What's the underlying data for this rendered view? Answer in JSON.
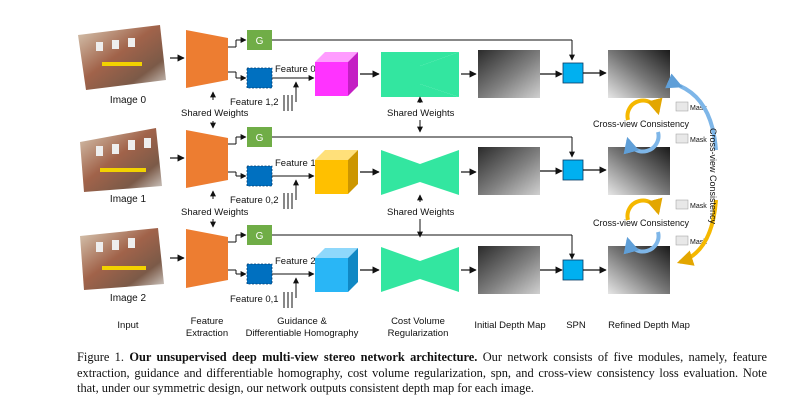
{
  "rows": [
    {
      "image_label": "Image 0",
      "feature_label": "Feature 0",
      "pair_label": "Feature 1,2",
      "cube_color": "#ff33ff"
    },
    {
      "image_label": "Image 1",
      "feature_label": "Feature 1",
      "pair_label": "Feature 0,2",
      "cube_color": "#ffc000"
    },
    {
      "image_label": "Image 2",
      "feature_label": "Feature 2",
      "pair_label": "Feature 0,1",
      "cube_color": "#29b6f6"
    }
  ],
  "labels": {
    "guidance": "G",
    "shared_weights": "Shared Weights",
    "spn": "SPN",
    "mask": "Mask",
    "cross_view": "Cross-view Consistency",
    "cross_view_vertical": "Cross-view Consistency"
  },
  "stages": {
    "input": "Input",
    "feature_1": "Feature",
    "feature_2": "Extraction",
    "guidance_1": "Guidance &",
    "guidance_2": "Differentiable Homography",
    "cost_1": "Cost Volume",
    "cost_2": "Regularization",
    "initial": "Initial Depth Map",
    "spn": "SPN",
    "refined": "Refined Depth Map"
  },
  "caption": {
    "prefix": "Figure 1. ",
    "bold": "Our unsupervised deep multi-view stereo network architecture.",
    "body": " Our network consists of five modules, namely, feature extraction, guidance and differentiable homography, cost volume regularization, spn, and cross-view consistency loss evaluation. Note that, under our symmetric design, our network outputs consistent depth map for each image."
  },
  "colors": {
    "extractor": "#ed7d31",
    "guidance": "#70ad47",
    "feature": "#0070c0",
    "regularizer": "#33e6a0",
    "spn": "#00b0f0",
    "arc_gold": "#f5b800",
    "arc_blue": "#7eb6e8"
  }
}
